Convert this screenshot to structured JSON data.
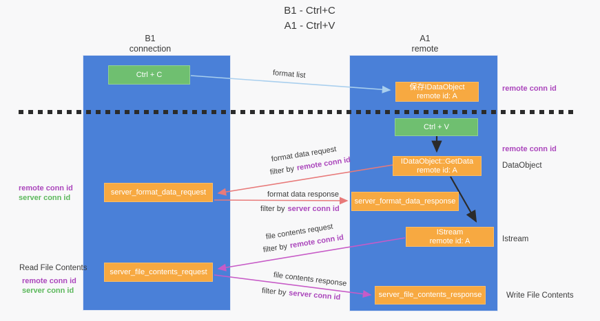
{
  "title": {
    "line1": "B1 - Ctrl+C",
    "line2": "A1 - Ctrl+V"
  },
  "columns": {
    "left": {
      "header_line1": "B1",
      "header_line2": "connection"
    },
    "right": {
      "header_line1": "A1",
      "header_line2": "remote"
    }
  },
  "boxes": {
    "ctrl_c": "Ctrl + C",
    "ctrl_v": "Ctrl + V",
    "save_idataobject": {
      "line1": "保存IDataObject",
      "line2": "remote id: A"
    },
    "getdata": {
      "line1": "IDataObject::GetData",
      "line2": "remote id: A"
    },
    "istream": {
      "line1": "IStream",
      "line2": "remote id: A"
    },
    "server_format_data_request": "server_format_data_request",
    "server_format_data_response": "server_format_data_response",
    "server_file_contents_request": "server_file_contents_request",
    "server_file_contents_response": "server_file_contents_response"
  },
  "arrow_labels": {
    "format_list": "format list",
    "format_data_request": "format data request",
    "format_data_response": "format data response",
    "file_contents_request": "file contents request",
    "file_contents_response": "file contents response",
    "filter_by": "filter by",
    "remote_conn_id": "remote conn id",
    "server_conn_id": "server conn id"
  },
  "annotations": {
    "right_remote_conn_id_1": "remote conn id",
    "right_remote_conn_id_2": "remote conn id",
    "dataobject": "DataObject",
    "istream": "Istream",
    "write_file_contents": "Write File Contents",
    "read_file_contents": "Read File Contents",
    "left_remote_conn_id_1": "remote conn id",
    "left_server_conn_id_1": "server conn id",
    "left_remote_conn_id_2": "remote conn id",
    "left_server_conn_id_2": "server conn id"
  },
  "colors": {
    "column_blue": "#4a80d8",
    "box_orange": "#f7a941",
    "box_green": "#6fbf70",
    "arrow_lightblue": "#a9cfee",
    "arrow_black": "#2b2b2b",
    "arrow_salmon": "#e87a7a",
    "arrow_magenta": "#c75bc7",
    "text_purple": "#ab47bc",
    "text_green": "#5cb85c",
    "background": "#f8f8f9"
  }
}
